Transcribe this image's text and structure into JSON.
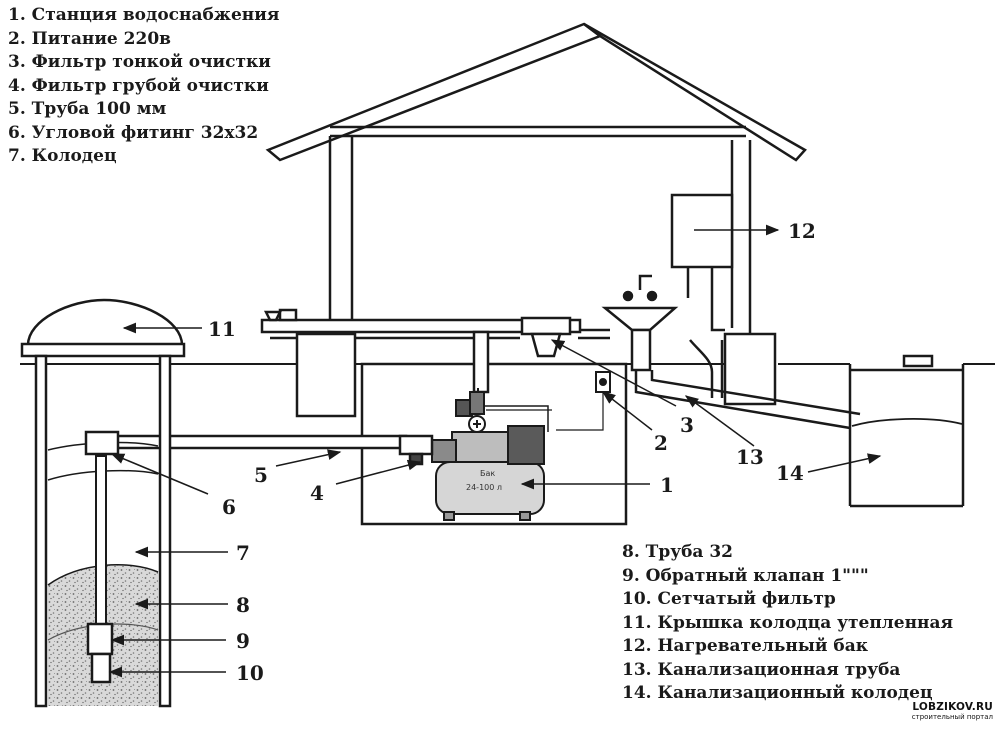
{
  "legend_top": [
    "1. Станция водоснабжения",
    "2. Питание 220в",
    "3. Фильтр тонкой очистки",
    "4. Фильтр грубой очистки",
    "5. Труба 100 мм",
    "6. Угловой фитинг 32х32",
    "7. Колодец"
  ],
  "legend_bottom": [
    "8. Труба 32",
    "9. Обратный клапан 1\"\"\"",
    "10. Сетчатый фильтр",
    "11. Крышка колодца утепленная",
    "12. Нагревательный бак",
    "13. Канализационная труба",
    "14. Канализационный колодец"
  ],
  "callouts": {
    "c1": "1",
    "c2": "2",
    "c3": "3",
    "c4": "4",
    "c5": "5",
    "c6": "6",
    "c7": "7",
    "c8": "8",
    "c9": "9",
    "c10": "10",
    "c11": "11",
    "c12": "12",
    "c13": "13",
    "c14": "14"
  },
  "tank_label": {
    "line1": "Бак",
    "line2": "24-100 л"
  },
  "watermark": {
    "site": "LOBZIKOV.RU",
    "tagline": "строительный портал"
  }
}
